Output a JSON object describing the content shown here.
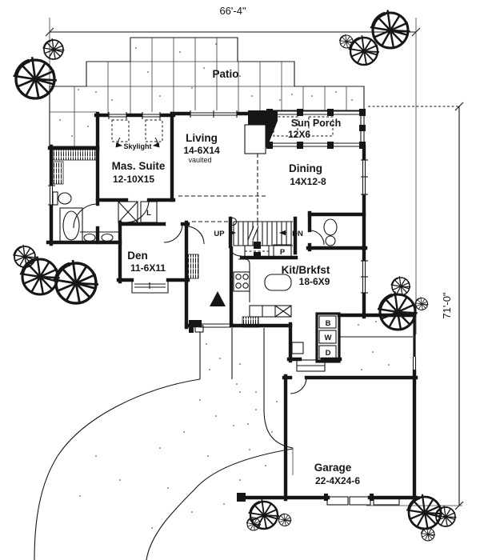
{
  "dimensions": {
    "top": "66'-4\"",
    "right": "71'-0\""
  },
  "rooms": {
    "patio": {
      "name": "Patio"
    },
    "sun_porch": {
      "name": "Sun Porch",
      "size": "12X6"
    },
    "living": {
      "name": "Living",
      "size": "14-6X14",
      "note": "vaulted"
    },
    "skylight": {
      "name": "Skylight"
    },
    "mas_suite": {
      "name": "Mas. Suite",
      "size": "12-10X15"
    },
    "dining": {
      "name": "Dining",
      "size": "14X12-8"
    },
    "den": {
      "name": "Den",
      "size": "11-6X11"
    },
    "kitchen": {
      "name": "Kit/Brkfst",
      "size": "18-6X9"
    },
    "garage": {
      "name": "Garage",
      "size": "22-4X24-6"
    }
  },
  "markers": {
    "up": "UP",
    "down": "DN",
    "pantry": "P",
    "linen": "L",
    "broom": "B",
    "washer": "W",
    "dryer": "D"
  },
  "colors": {
    "ink": "#161616",
    "paper": "#ffffff"
  }
}
